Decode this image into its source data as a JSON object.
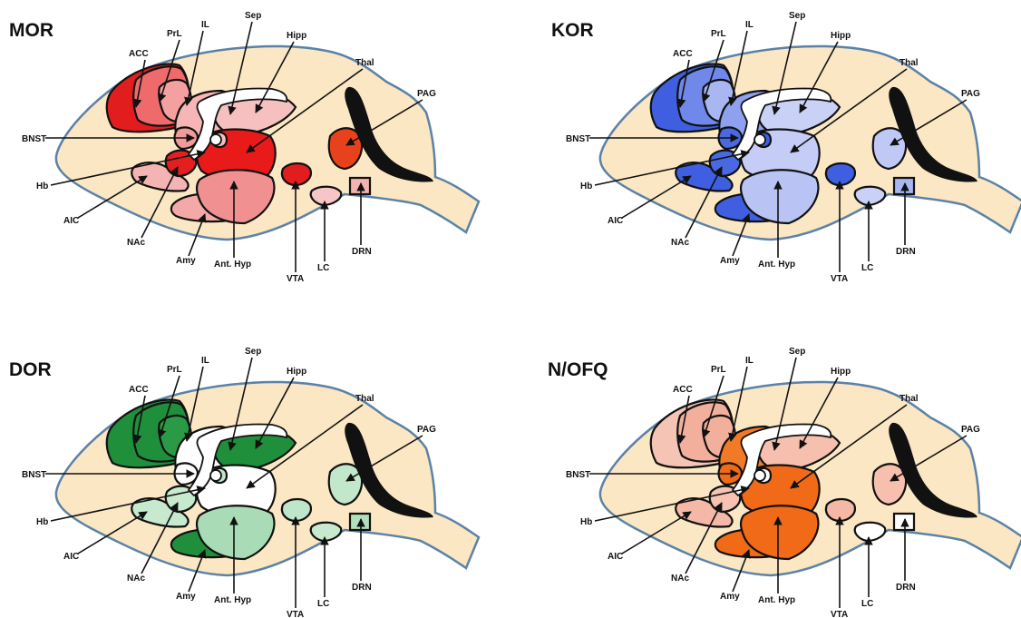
{
  "panels": [
    {
      "title": "MOR",
      "colors": {
        "ACC": "#e21d1d",
        "PrL": "#ef6b6b",
        "IL": "#f5a0a0",
        "Sep": "#f7b6b6",
        "Hipp": "#f7c0c0",
        "Thal": "#e81a1a",
        "BNST": "#f29a9a",
        "Hb": "#f7c0c0",
        "AIC": "#f5b4b4",
        "NAc": "#e41f1f",
        "Amy": "#f5a8a8",
        "AntHyp": "#f09090",
        "VTA": "#e21d1d",
        "LC": "#f7c5c5",
        "DRN": "#f5b2b2",
        "PAG": "#e8421c"
      }
    },
    {
      "title": "KOR",
      "colors": {
        "ACC": "#3f5fe0",
        "PrL": "#6f88ea",
        "IL": "#a8b6f2",
        "Sep": "#8ea0ee",
        "Hipp": "#c9d1f7",
        "Thal": "#c5cdf6",
        "BNST": "#4a68e2",
        "Hb": "#3f5fe0",
        "AIC": "#3f5fe0",
        "NAc": "#4a68e2",
        "Amy": "#3f5fe0",
        "AntHyp": "#b9c4f4",
        "VTA": "#3f5fe0",
        "LC": "#c9d1f7",
        "DRN": "#a8b6f2",
        "PAG": "#c0c9f5"
      }
    },
    {
      "title": "DOR",
      "colors": {
        "ACC": "#1f8f3c",
        "PrL": "#1f8f3c",
        "IL": "#2a9a46",
        "Sep": "#ffffff",
        "Hipp": "#1f8f3c",
        "Thal": "#ffffff",
        "BNST": "#ffffff",
        "Hb": "#bfe6c8",
        "AIC": "#c7eacf",
        "NAc": "#c7eacf",
        "Amy": "#1f8f3c",
        "AntHyp": "#a9dcb6",
        "VTA": "#bfe6c8",
        "LC": "#c7eacf",
        "DRN": "#b0e0bb",
        "PAG": "#c2e7cb"
      }
    },
    {
      "title": "N/OFQ",
      "colors": {
        "ACC": "#f5c4b4",
        "PrL": "#f2b09c",
        "IL": "#f2b09c",
        "Sep": "#f07a28",
        "Hipp": "#f7bfae",
        "Thal": "#f06a18",
        "BNST": "#f06a18",
        "Hb": "#ffffff",
        "AIC": "#f6b8a6",
        "NAc": "#f6c2b2",
        "Amy": "#f06a18",
        "AntHyp": "#f06a18",
        "VTA": "#f6b8a6",
        "LC": "#ffffff",
        "DRN": "#ffffff",
        "PAG": "#f7bfae"
      }
    }
  ],
  "labels": {
    "ACC": "ACC",
    "PrL": "PrL",
    "IL": "IL",
    "Sep": "Sep",
    "Hipp": "Hipp",
    "Thal": "Thal",
    "PAG": "PAG",
    "BNST": "BNST",
    "Hb": "Hb",
    "AIC": "AIC",
    "NAc": "NAc",
    "Amy": "Amy",
    "AntHyp": "Ant. Hyp",
    "VTA": "VTA",
    "LC": "LC",
    "DRN": "DRN"
  },
  "colors": {
    "brain_fill": "#fbe7c3",
    "brain_outline": "#5b82a8",
    "region_outline": "#111111",
    "label_text": "#111111"
  }
}
